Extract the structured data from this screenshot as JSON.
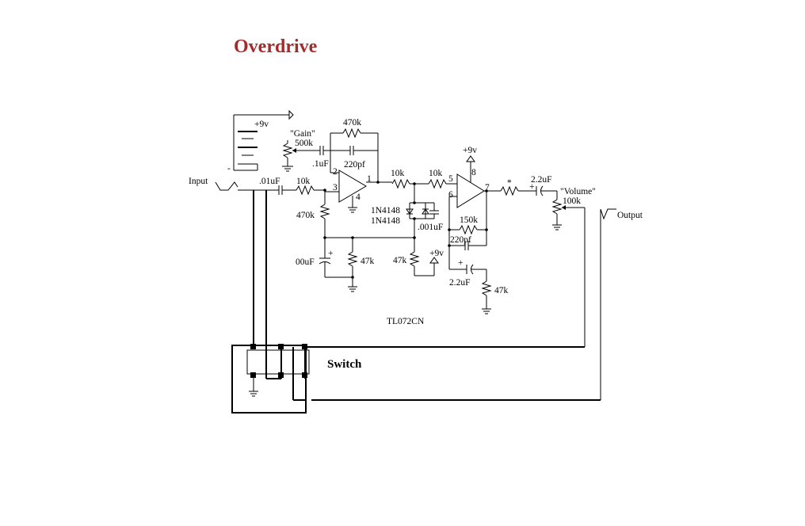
{
  "title": "Overdrive",
  "labels": {
    "supply_top": "+9v",
    "gain_name": "\"Gain\"",
    "gain_value": "500k",
    "fb_resistor": "470k",
    "fb_cap": "220pf",
    "input_cap2": ".1uF",
    "pin_2": "2",
    "pin_3": "3",
    "pin_1": "1",
    "pin_4": "4",
    "input": "Input",
    "input_cap": ".01uF",
    "r_input": "10k",
    "r_bias": "470k",
    "r_out1": "10k",
    "r_mid": "10k",
    "diode1": "1N4148",
    "diode2": "1N4148",
    "cap_001": ".001uF",
    "supply_op2": "+9v",
    "pin_8": "8",
    "pin_5": "5",
    "pin_6": "6",
    "pin_7": "7",
    "r_fb2": "150k",
    "cap_fb2": "220pf",
    "cap_100": "00uF",
    "r_47k_a": "47k",
    "r_47k_b": "47k",
    "supply_vref": "+9v",
    "cap_22_b": "2.2uF",
    "r_47k_c": "47k",
    "star": "*",
    "cap_22_out": "2.2uF",
    "volume_name": "\"Volume\"",
    "volume_value": "100k",
    "output": "Output",
    "ic": "TL072CN",
    "switch": "Switch",
    "plus": "+",
    "minus": "-"
  }
}
